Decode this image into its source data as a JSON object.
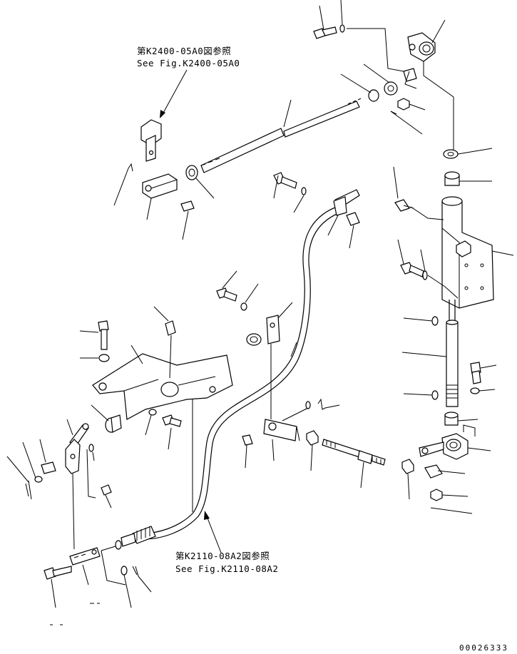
{
  "references": {
    "upper_jp": "第K2400-05A0図参照",
    "upper_en": "See Fig.K2400-05A0",
    "lower_jp": "第K2110-08A2図参照",
    "lower_en": "See Fig.K2110-08A2"
  },
  "drawing_code": "00026333"
}
